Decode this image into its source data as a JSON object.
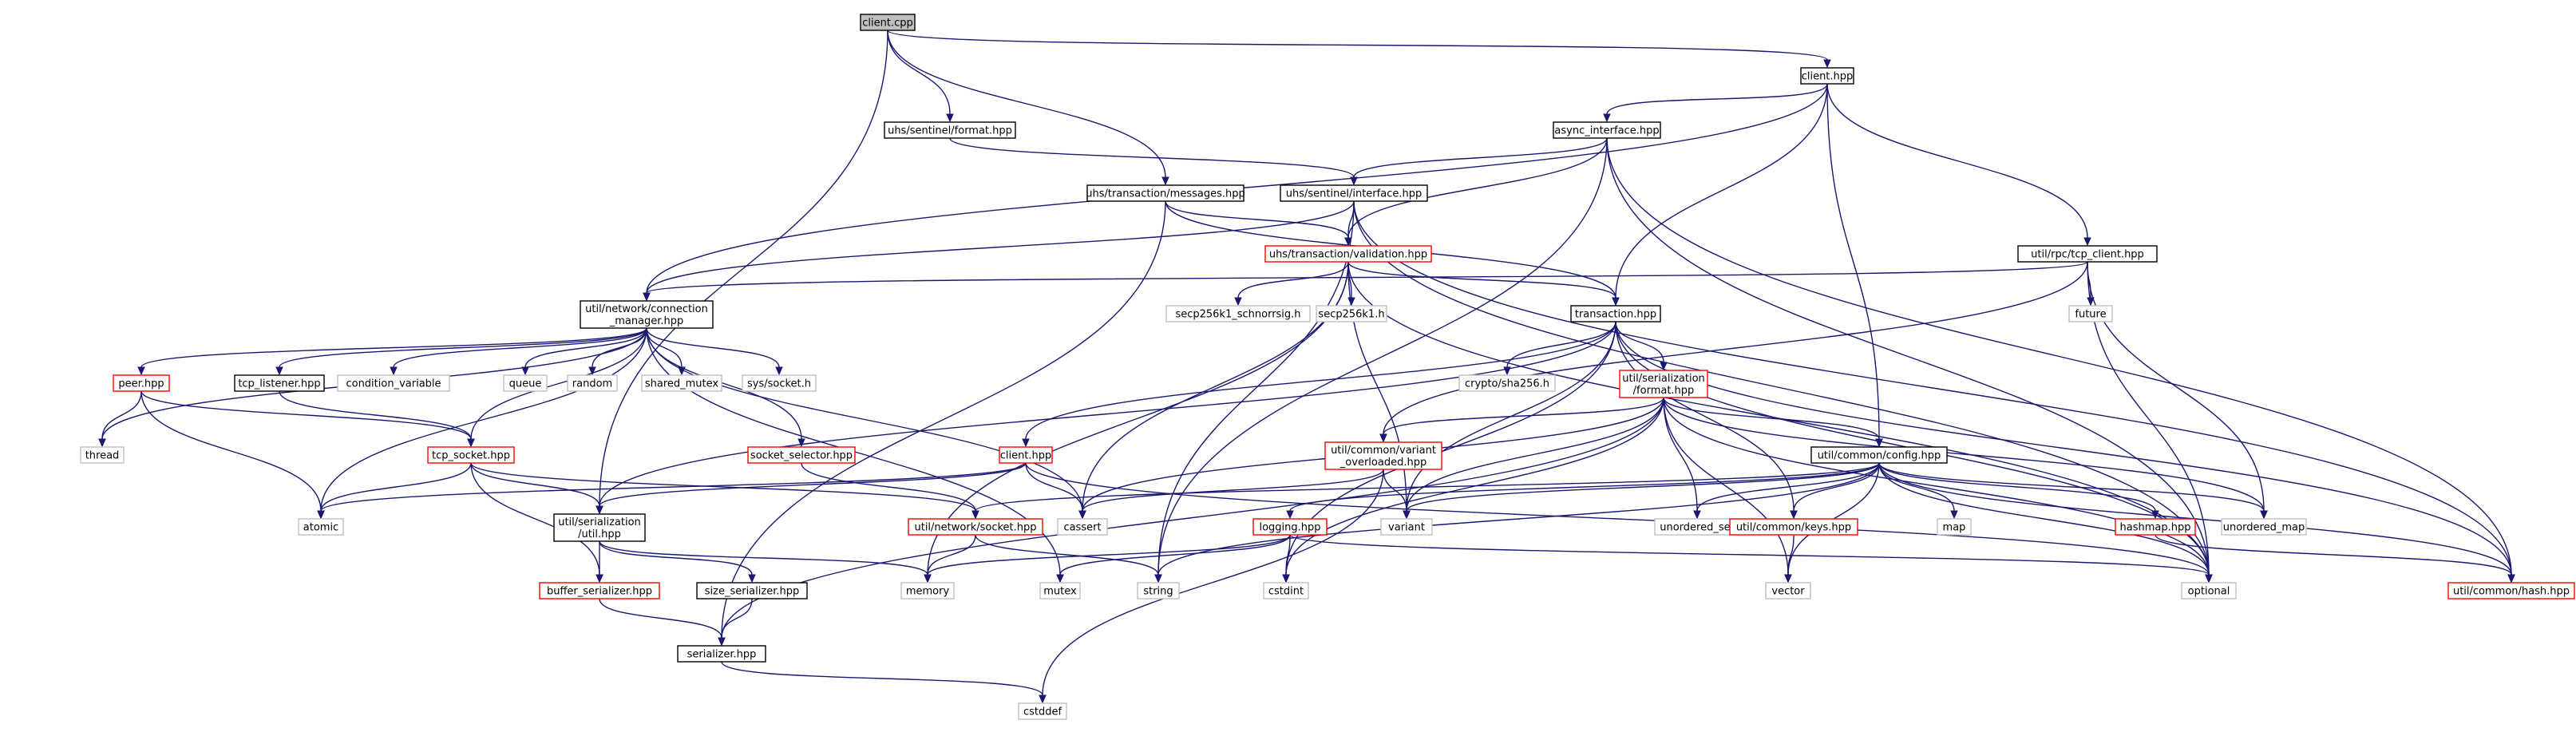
{
  "graph_title": "client.cpp",
  "colors": {
    "edge": "#191970",
    "root_fill": "#bfbfbf",
    "root_border": "#000000",
    "documented_border": "#000000",
    "incomplete_border": "#ff0000",
    "external_border": "#bfbfbf",
    "external_text": "#000000"
  },
  "nodes": [
    {
      "id": "client_cpp",
      "lines": [
        "client.cpp"
      ],
      "kind": "root"
    },
    {
      "id": "client_hpp_top",
      "lines": [
        "client.hpp"
      ],
      "kind": "documented"
    },
    {
      "id": "sentinel_format",
      "lines": [
        "uhs/sentinel/format.hpp"
      ],
      "kind": "documented"
    },
    {
      "id": "async_interface",
      "lines": [
        "async_interface.hpp"
      ],
      "kind": "documented"
    },
    {
      "id": "tx_messages",
      "lines": [
        "uhs/transaction/messages.hpp"
      ],
      "kind": "documented"
    },
    {
      "id": "sentinel_interface",
      "lines": [
        "uhs/sentinel/interface.hpp"
      ],
      "kind": "documented"
    },
    {
      "id": "tx_validation",
      "lines": [
        "uhs/transaction/validation.hpp"
      ],
      "kind": "incomplete"
    },
    {
      "id": "tcp_client",
      "lines": [
        "util/rpc/tcp_client.hpp"
      ],
      "kind": "documented"
    },
    {
      "id": "connection_manager",
      "lines": [
        "util/network/connection",
        "_manager.hpp"
      ],
      "kind": "documented"
    },
    {
      "id": "schnorrsig",
      "lines": [
        "secp256k1_schnorrsig.h"
      ],
      "kind": "external"
    },
    {
      "id": "secp256k1",
      "lines": [
        "secp256k1.h"
      ],
      "kind": "external"
    },
    {
      "id": "transaction",
      "lines": [
        "transaction.hpp"
      ],
      "kind": "documented"
    },
    {
      "id": "future",
      "lines": [
        "future"
      ],
      "kind": "external"
    },
    {
      "id": "peer",
      "lines": [
        "peer.hpp"
      ],
      "kind": "incomplete"
    },
    {
      "id": "tcp_listener",
      "lines": [
        "tcp_listener.hpp"
      ],
      "kind": "documented"
    },
    {
      "id": "condition_variable",
      "lines": [
        "condition_variable"
      ],
      "kind": "external"
    },
    {
      "id": "queue",
      "lines": [
        "queue"
      ],
      "kind": "external"
    },
    {
      "id": "random",
      "lines": [
        "random"
      ],
      "kind": "external"
    },
    {
      "id": "shared_mutex",
      "lines": [
        "shared_mutex"
      ],
      "kind": "external"
    },
    {
      "id": "sys_socket",
      "lines": [
        "sys/socket.h"
      ],
      "kind": "external"
    },
    {
      "id": "crypto_sha256",
      "lines": [
        "crypto/sha256.h"
      ],
      "kind": "external"
    },
    {
      "id": "serialization_format",
      "lines": [
        "util/serialization",
        "/format.hpp"
      ],
      "kind": "incomplete"
    },
    {
      "id": "thread",
      "lines": [
        "thread"
      ],
      "kind": "external"
    },
    {
      "id": "tcp_socket",
      "lines": [
        "tcp_socket.hpp"
      ],
      "kind": "incomplete"
    },
    {
      "id": "socket_selector",
      "lines": [
        "socket_selector.hpp"
      ],
      "kind": "incomplete"
    },
    {
      "id": "client_hpp_mid",
      "lines": [
        "client.hpp"
      ],
      "kind": "incomplete"
    },
    {
      "id": "variant_overloaded",
      "lines": [
        "util/common/variant",
        "_overloaded.hpp"
      ],
      "kind": "incomplete"
    },
    {
      "id": "config",
      "lines": [
        "util/common/config.hpp"
      ],
      "kind": "documented"
    },
    {
      "id": "atomic",
      "lines": [
        "atomic"
      ],
      "kind": "external"
    },
    {
      "id": "serialization_util",
      "lines": [
        "util/serialization",
        "/util.hpp"
      ],
      "kind": "documented"
    },
    {
      "id": "network_socket",
      "lines": [
        "util/network/socket.hpp"
      ],
      "kind": "incomplete"
    },
    {
      "id": "cassert",
      "lines": [
        "cassert"
      ],
      "kind": "external"
    },
    {
      "id": "variant",
      "lines": [
        "variant"
      ],
      "kind": "external"
    },
    {
      "id": "logging",
      "lines": [
        "logging.hpp"
      ],
      "kind": "incomplete"
    },
    {
      "id": "unordered_set",
      "lines": [
        "unordered_set"
      ],
      "kind": "external"
    },
    {
      "id": "common_keys",
      "lines": [
        "util/common/keys.hpp"
      ],
      "kind": "incomplete"
    },
    {
      "id": "map",
      "lines": [
        "map"
      ],
      "kind": "external"
    },
    {
      "id": "hashmap",
      "lines": [
        "hashmap.hpp"
      ],
      "kind": "incomplete"
    },
    {
      "id": "unordered_map",
      "lines": [
        "unordered_map"
      ],
      "kind": "external"
    },
    {
      "id": "buffer_serializer",
      "lines": [
        "buffer_serializer.hpp"
      ],
      "kind": "incomplete"
    },
    {
      "id": "size_serializer",
      "lines": [
        "size_serializer.hpp"
      ],
      "kind": "documented"
    },
    {
      "id": "memory",
      "lines": [
        "memory"
      ],
      "kind": "external"
    },
    {
      "id": "mutex",
      "lines": [
        "mutex"
      ],
      "kind": "external"
    },
    {
      "id": "string",
      "lines": [
        "string"
      ],
      "kind": "external"
    },
    {
      "id": "cstdint",
      "lines": [
        "cstdint"
      ],
      "kind": "external"
    },
    {
      "id": "vector",
      "lines": [
        "vector"
      ],
      "kind": "external"
    },
    {
      "id": "optional",
      "lines": [
        "optional"
      ],
      "kind": "external"
    },
    {
      "id": "common_hash",
      "lines": [
        "util/common/hash.hpp"
      ],
      "kind": "incomplete"
    },
    {
      "id": "serializer",
      "lines": [
        "serializer.hpp"
      ],
      "kind": "documented"
    },
    {
      "id": "cstddef",
      "lines": [
        "cstddef"
      ],
      "kind": "external"
    }
  ],
  "edges": [
    [
      "client_cpp",
      "client_hpp_top"
    ],
    [
      "client_cpp",
      "sentinel_format"
    ],
    [
      "client_cpp",
      "tx_messages"
    ],
    [
      "client_cpp",
      "serialization_util"
    ],
    [
      "client_hpp_top",
      "async_interface"
    ],
    [
      "client_hpp_top",
      "connection_manager"
    ],
    [
      "client_hpp_top",
      "transaction"
    ],
    [
      "client_hpp_top",
      "tcp_client"
    ],
    [
      "client_hpp_top",
      "config"
    ],
    [
      "sentinel_format",
      "sentinel_interface"
    ],
    [
      "async_interface",
      "sentinel_interface"
    ],
    [
      "async_interface",
      "tx_validation"
    ],
    [
      "async_interface",
      "string"
    ],
    [
      "async_interface",
      "optional"
    ],
    [
      "async_interface",
      "common_hash"
    ],
    [
      "tx_messages",
      "tx_validation"
    ],
    [
      "tx_messages",
      "transaction"
    ],
    [
      "tx_messages",
      "serializer"
    ],
    [
      "sentinel_interface",
      "tx_validation"
    ],
    [
      "sentinel_interface",
      "connection_manager"
    ],
    [
      "sentinel_interface",
      "string"
    ],
    [
      "sentinel_interface",
      "optional"
    ],
    [
      "sentinel_interface",
      "common_hash"
    ],
    [
      "tx_validation",
      "transaction"
    ],
    [
      "tx_validation",
      "schnorrsig"
    ],
    [
      "tx_validation",
      "secp256k1"
    ],
    [
      "tx_validation",
      "cassert"
    ],
    [
      "tx_validation",
      "variant"
    ],
    [
      "tx_validation",
      "memory"
    ],
    [
      "tx_validation",
      "optional"
    ],
    [
      "tcp_client",
      "connection_manager"
    ],
    [
      "tcp_client",
      "future"
    ],
    [
      "tcp_client",
      "variant_overloaded"
    ],
    [
      "tcp_client",
      "unordered_map"
    ],
    [
      "tcp_client",
      "optional"
    ],
    [
      "connection_manager",
      "peer"
    ],
    [
      "connection_manager",
      "tcp_listener"
    ],
    [
      "connection_manager",
      "condition_variable"
    ],
    [
      "connection_manager",
      "queue"
    ],
    [
      "connection_manager",
      "random"
    ],
    [
      "connection_manager",
      "shared_mutex"
    ],
    [
      "connection_manager",
      "sys_socket"
    ],
    [
      "connection_manager",
      "thread"
    ],
    [
      "connection_manager",
      "tcp_socket"
    ],
    [
      "connection_manager",
      "socket_selector"
    ],
    [
      "connection_manager",
      "atomic"
    ],
    [
      "connection_manager",
      "cassert"
    ],
    [
      "connection_manager",
      "mutex"
    ],
    [
      "transaction",
      "serialization_format"
    ],
    [
      "transaction",
      "crypto_sha256"
    ],
    [
      "transaction",
      "client_hpp_mid"
    ],
    [
      "transaction",
      "serialization_util"
    ],
    [
      "transaction",
      "common_keys"
    ],
    [
      "transaction",
      "variant"
    ],
    [
      "transaction",
      "optional"
    ],
    [
      "transaction",
      "common_hash"
    ],
    [
      "transaction",
      "cstdint"
    ],
    [
      "peer",
      "thread"
    ],
    [
      "peer",
      "atomic"
    ],
    [
      "peer",
      "tcp_socket"
    ],
    [
      "tcp_listener",
      "tcp_socket"
    ],
    [
      "tcp_socket",
      "atomic"
    ],
    [
      "tcp_socket",
      "serialization_util"
    ],
    [
      "tcp_socket",
      "network_socket"
    ],
    [
      "tcp_socket",
      "buffer_serializer"
    ],
    [
      "socket_selector",
      "network_socket"
    ],
    [
      "client_hpp_mid",
      "serialization_util"
    ],
    [
      "client_hpp_mid",
      "cassert"
    ],
    [
      "client_hpp_mid",
      "atomic"
    ],
    [
      "client_hpp_mid",
      "optional"
    ],
    [
      "serialization_format",
      "variant_overloaded"
    ],
    [
      "serialization_format",
      "config"
    ],
    [
      "serialization_format",
      "cassert"
    ],
    [
      "serialization_format",
      "variant"
    ],
    [
      "serialization_format",
      "unordered_set"
    ],
    [
      "serialization_format",
      "unordered_map"
    ],
    [
      "serialization_format",
      "serializer"
    ],
    [
      "serialization_format",
      "vector"
    ],
    [
      "serialization_format",
      "optional"
    ],
    [
      "serialization_format",
      "cstdint"
    ],
    [
      "variant_overloaded",
      "cassert"
    ],
    [
      "variant_overloaded",
      "variant"
    ],
    [
      "variant_overloaded",
      "cstddef"
    ],
    [
      "config",
      "network_socket"
    ],
    [
      "config",
      "variant"
    ],
    [
      "config",
      "logging"
    ],
    [
      "config",
      "unordered_set"
    ],
    [
      "config",
      "common_keys"
    ],
    [
      "config",
      "map"
    ],
    [
      "config",
      "hashmap"
    ],
    [
      "config",
      "unordered_map"
    ],
    [
      "config",
      "string"
    ],
    [
      "config",
      "vector"
    ],
    [
      "config",
      "optional"
    ],
    [
      "config",
      "common_hash"
    ],
    [
      "serialization_util",
      "buffer_serializer"
    ],
    [
      "serialization_util",
      "size_serializer"
    ],
    [
      "serialization_util",
      "memory"
    ],
    [
      "network_socket",
      "memory"
    ],
    [
      "network_socket",
      "string"
    ],
    [
      "logging",
      "memory"
    ],
    [
      "logging",
      "mutex"
    ],
    [
      "logging",
      "cstdint"
    ],
    [
      "logging",
      "optional"
    ],
    [
      "common_keys",
      "vector"
    ],
    [
      "hashmap",
      "common_hash"
    ],
    [
      "buffer_serializer",
      "serializer"
    ],
    [
      "size_serializer",
      "serializer"
    ],
    [
      "serializer",
      "cstddef"
    ]
  ]
}
